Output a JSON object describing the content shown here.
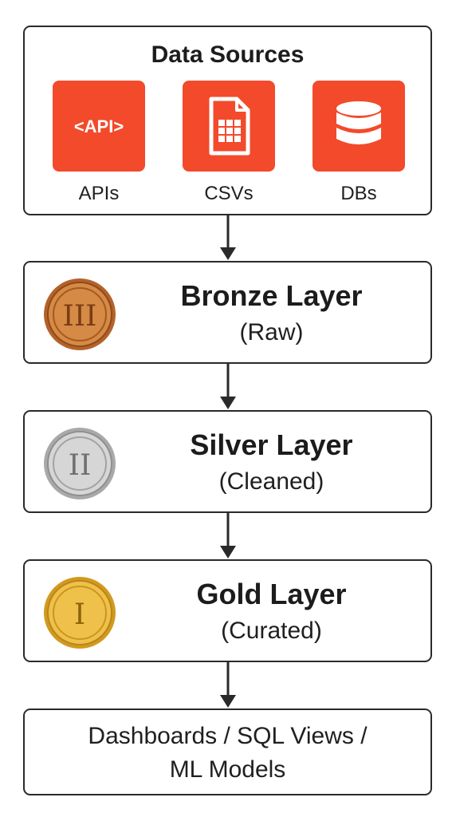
{
  "sources": {
    "title": "Data Sources",
    "items": [
      {
        "label": "APIs",
        "icon": "api-icon",
        "icon_text": "<API>"
      },
      {
        "label": "CSVs",
        "icon": "csv-file-icon"
      },
      {
        "label": "DBs",
        "icon": "database-icon"
      }
    ],
    "tile_color": "#f24a2b"
  },
  "layers": {
    "bronze": {
      "title": "Bronze Layer",
      "subtitle": "(Raw)",
      "numeral": "III",
      "color": "#c8793a"
    },
    "silver": {
      "title": "Silver Layer",
      "subtitle": "(Cleaned)",
      "numeral": "II",
      "color": "#c9c9c9"
    },
    "gold": {
      "title": "Gold Layer",
      "subtitle": "(Curated)",
      "numeral": "I",
      "color": "#e9b83f"
    }
  },
  "outputs": {
    "line1": "Dashboards / SQL Views /",
    "line2": "ML Models"
  }
}
